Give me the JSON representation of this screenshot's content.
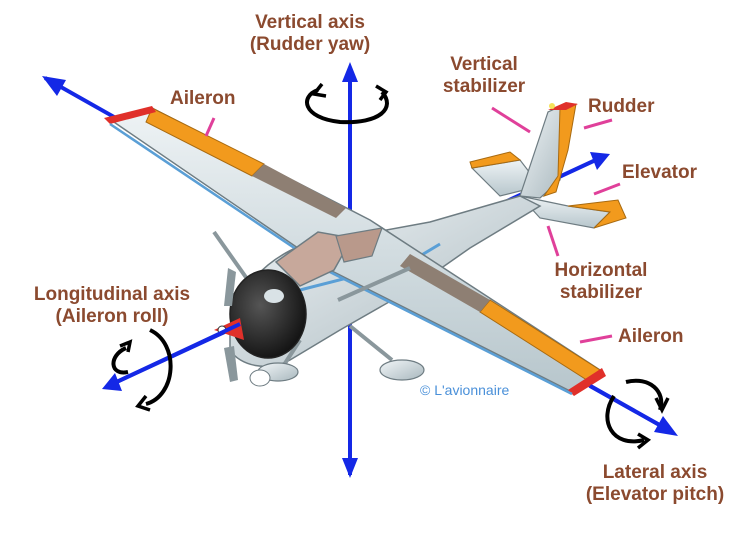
{
  "labels": {
    "vertical_axis": [
      "Vertical axis",
      "(Rudder yaw)"
    ],
    "longitudinal_axis": [
      "Longitudinal axis",
      "(Aileron roll)"
    ],
    "lateral_axis": [
      "Lateral axis",
      "(Elevator pitch)"
    ],
    "vertical_stabilizer": [
      "Vertical",
      "stabilizer"
    ],
    "horizontal_stabilizer": [
      "Horizontal",
      "stabilizer"
    ],
    "rudder": "Rudder",
    "elevator": "Elevator",
    "aileron_left": "Aileron",
    "aileron_right": "Aileron"
  },
  "credit": "© L'avionnaire",
  "colors": {
    "label_text": "#8b4a2f",
    "axis": "#1428e6",
    "leader_line": "#e0409a",
    "control_surface": "#f29a1d",
    "wing_tip": "#e0302a",
    "airframe": "#d9e2e6",
    "rotation_arrow": "#000000",
    "credit_text": "#4a90d9"
  }
}
